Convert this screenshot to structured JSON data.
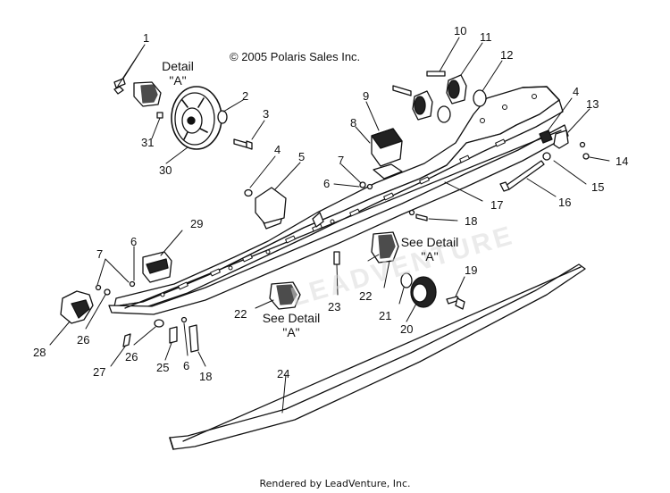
{
  "copyright": "© 2005 Polaris Sales Inc.",
  "footer": "Rendered by LeadVenture, Inc.",
  "watermark": "LEADVENTURE",
  "detail_a_heading": "Detail",
  "detail_a_letter": "\"A\"",
  "see_detail_upper": "See Detail",
  "see_detail_upper_letter": "\"A\"",
  "see_detail_lower": "See Detail",
  "see_detail_lower_letter": "\"A\"",
  "callouts": {
    "c1": "1",
    "c2": "2",
    "c3": "3",
    "c4a": "4",
    "c4b": "4",
    "c5": "5",
    "c6a": "6",
    "c6b": "6",
    "c6c": "6",
    "c7a": "7",
    "c7b": "7",
    "c8": "8",
    "c9": "9",
    "c10": "10",
    "c11": "11",
    "c12": "12",
    "c13": "13",
    "c14": "14",
    "c15": "15",
    "c16": "16",
    "c17": "17",
    "c18a": "18",
    "c18b": "18",
    "c19": "19",
    "c20": "20",
    "c21": "21",
    "c22a": "22",
    "c22b": "22",
    "c23": "23",
    "c24": "24",
    "c25": "25",
    "c26a": "26",
    "c26b": "26",
    "c27": "27",
    "c28": "28",
    "c29": "29",
    "c30": "30",
    "c31": "31"
  }
}
